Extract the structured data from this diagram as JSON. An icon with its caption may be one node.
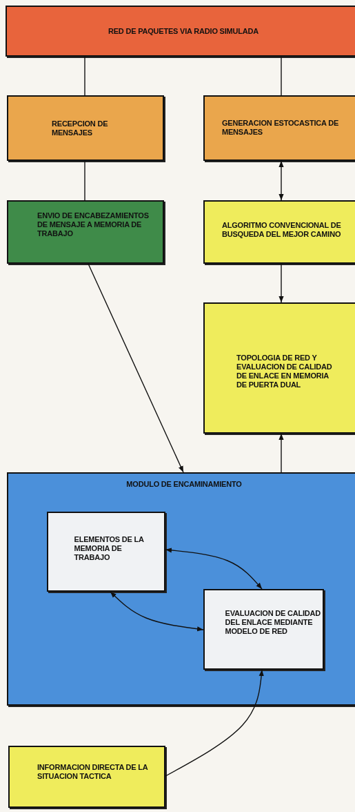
{
  "diagram": {
    "nodes": [
      {
        "text": [
          "RED DE PAQUETES VIA RADIO SIMULADA"
        ]
      },
      {
        "text": [
          "RECEPCION DE MENSAJES"
        ]
      },
      {
        "text": [
          "GENERACION ESTOCASTICA DE MENSAJES"
        ]
      },
      {
        "text": [
          "ENVIO DE ENCABEZAMIENTOS DE MENSAJE A MEMORIA DE TRABAJO"
        ]
      },
      {
        "text": [
          "ALGORITMO CONVENCIONAL DE BUSQUEDA DEL MEJOR CAMINO"
        ]
      },
      {
        "text": [
          "TOPOLOGIA DE RED Y EVALUACION DE CALIDAD DE ENLACE EN MEMORIA DE PUERTA DUAL"
        ]
      },
      {
        "text": [
          "MODULO DE ENCAMINAMIENTO"
        ]
      },
      {
        "text": [
          "ELEMENTOS DE LA MEMORIA DE TRABAJO"
        ],
        "in": 6
      },
      {
        "text": [
          "EVALUACION DE CALIDAD DEL ENLACE MEDIANTE MODELO DE RED"
        ],
        "in": 6
      },
      {
        "text": [
          "INFORMACION DIRECTA DE LA SITUACION TACTICA"
        ]
      }
    ],
    "edges": [
      {
        "from": 0,
        "to": 1,
        "arrow": "none"
      },
      {
        "from": 0,
        "to": 2,
        "arrow": "none"
      },
      {
        "from": 1,
        "to": 3,
        "arrow": "none"
      },
      {
        "from": 2,
        "to": 4,
        "arrow": "both"
      },
      {
        "from": 4,
        "to": 5,
        "arrow": "to"
      },
      {
        "from": 3,
        "to": 6,
        "arrow": "to"
      },
      {
        "from": 6,
        "to": 5,
        "arrow": "to"
      },
      {
        "from": 7,
        "to": 8,
        "arrow": "both"
      },
      {
        "from": 8,
        "to": 7,
        "arrow": "both"
      },
      {
        "from": 9,
        "to": 8,
        "arrow": "to"
      }
    ]
  }
}
